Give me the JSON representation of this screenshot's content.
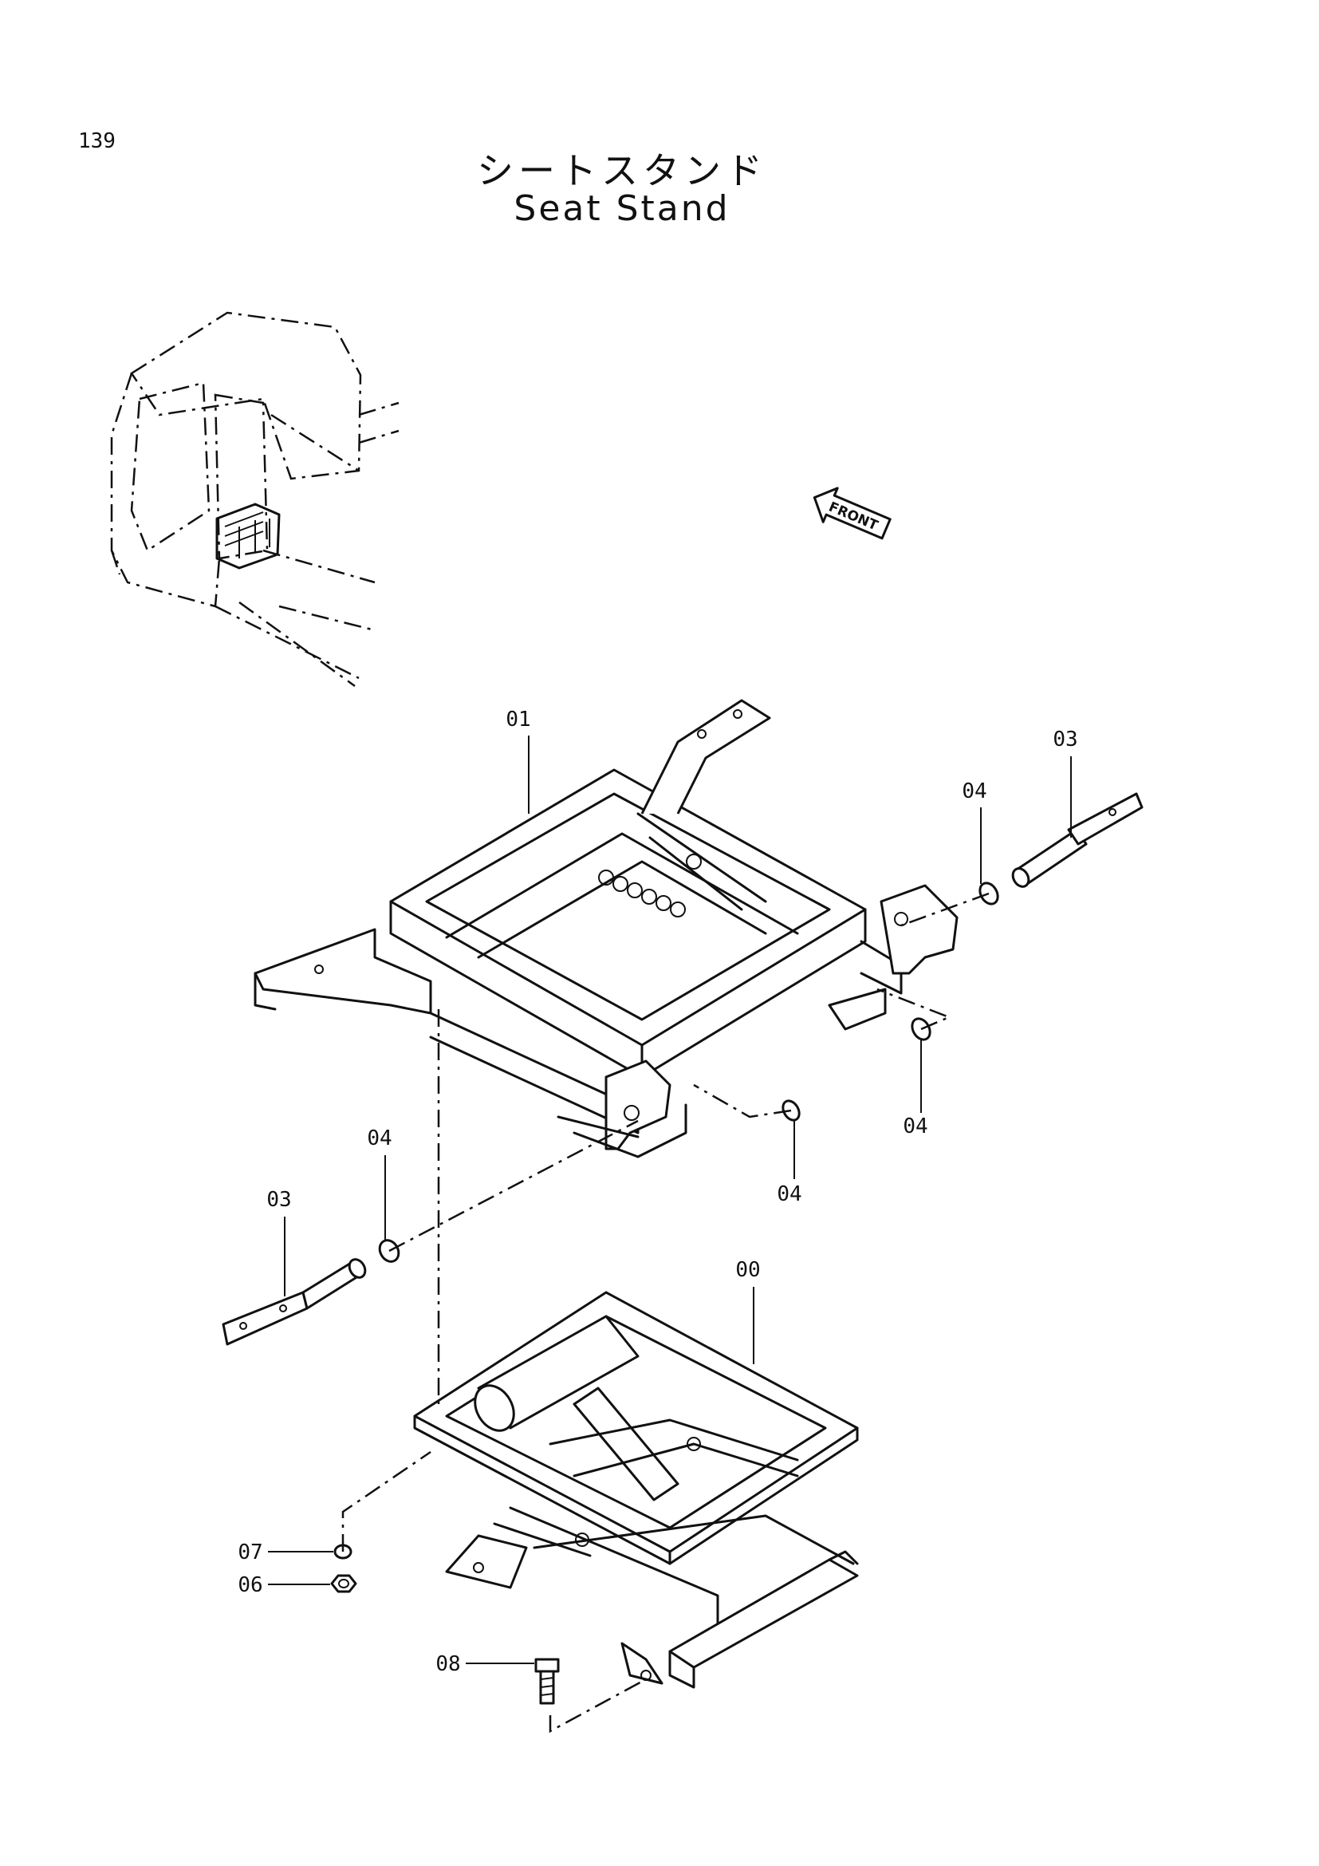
{
  "page": {
    "number": "139"
  },
  "title": {
    "ja": "シートスタンド",
    "en": "Seat Stand"
  },
  "orientation": {
    "front_label": "FRONT"
  },
  "callouts": [
    {
      "id": "01"
    },
    {
      "id": "03"
    },
    {
      "id": "04"
    },
    {
      "id": "04"
    },
    {
      "id": "04"
    },
    {
      "id": "04"
    },
    {
      "id": "03"
    },
    {
      "id": "00"
    },
    {
      "id": "07"
    },
    {
      "id": "06"
    },
    {
      "id": "08"
    }
  ]
}
